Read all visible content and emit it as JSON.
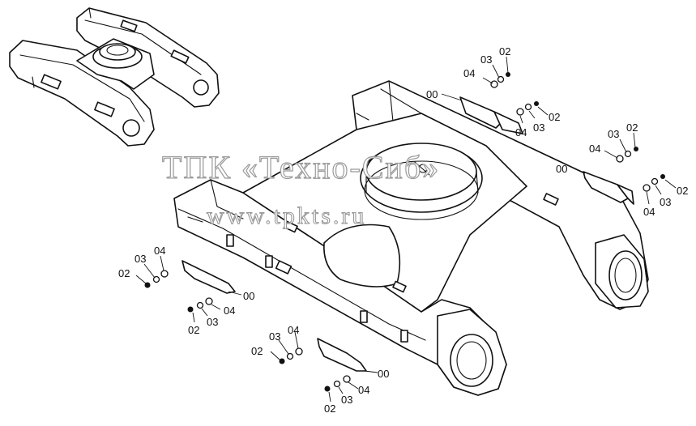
{
  "watermark": {
    "line1": "ТПК «Техно-Сиб»",
    "line2": "www.tpkts.ru"
  },
  "callouts": [
    {
      "id": "c1",
      "label": "02"
    },
    {
      "id": "c2",
      "label": "03"
    },
    {
      "id": "c3",
      "label": "04"
    },
    {
      "id": "c4",
      "label": "00"
    },
    {
      "id": "c5",
      "label": "02"
    },
    {
      "id": "c6",
      "label": "03"
    },
    {
      "id": "c7",
      "label": "04"
    },
    {
      "id": "c8",
      "label": "02"
    },
    {
      "id": "c9",
      "label": "03"
    },
    {
      "id": "c10",
      "label": "04"
    },
    {
      "id": "c11",
      "label": "00"
    },
    {
      "id": "c12",
      "label": "02"
    },
    {
      "id": "c13",
      "label": "03"
    },
    {
      "id": "c14",
      "label": "04"
    },
    {
      "id": "c15",
      "label": "02"
    },
    {
      "id": "c16",
      "label": "03"
    },
    {
      "id": "c17",
      "label": "04"
    },
    {
      "id": "c18",
      "label": "00"
    },
    {
      "id": "c19",
      "label": "02"
    },
    {
      "id": "c20",
      "label": "03"
    },
    {
      "id": "c21",
      "label": "04"
    },
    {
      "id": "c22",
      "label": "02"
    },
    {
      "id": "c23",
      "label": "03"
    },
    {
      "id": "c24",
      "label": "04"
    },
    {
      "id": "c25",
      "label": "00"
    },
    {
      "id": "c26",
      "label": "02"
    },
    {
      "id": "c27",
      "label": "03"
    },
    {
      "id": "c28",
      "label": "04"
    }
  ]
}
